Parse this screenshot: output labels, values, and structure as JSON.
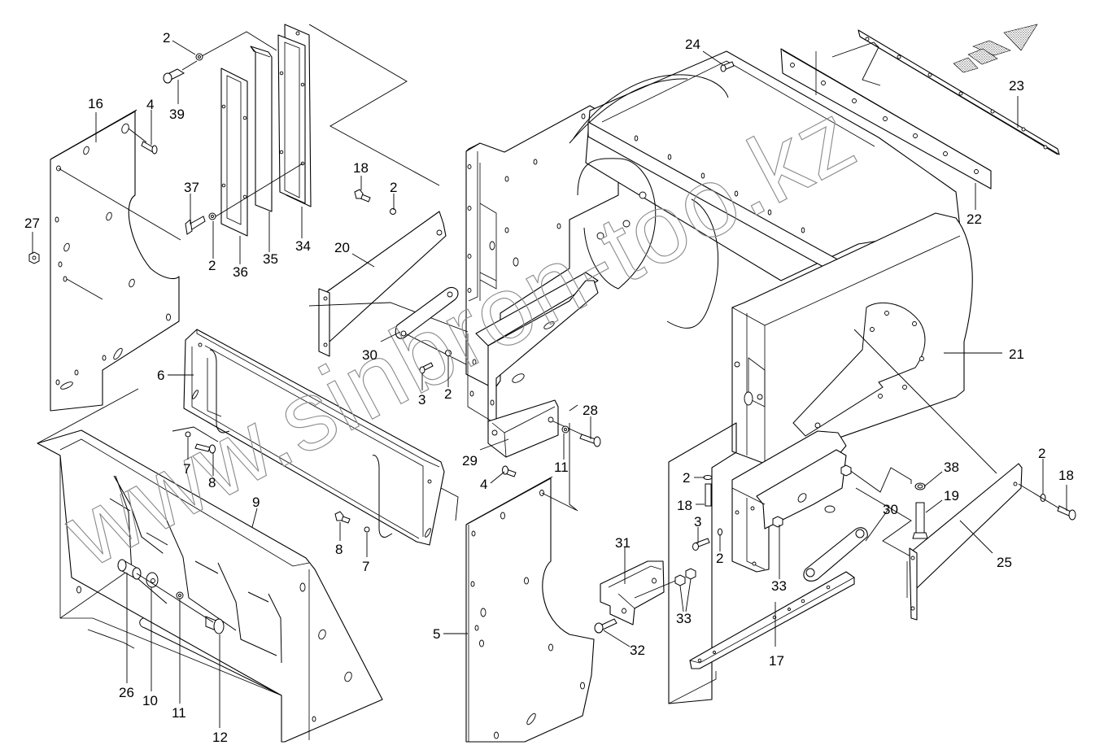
{
  "diagram": {
    "type": "exploded-parts-diagram",
    "subject": "Snow blower / auger housing assembly",
    "watermark": "www.sinbron-too.kz",
    "direction_arrow": "travel-direction-arrow",
    "callouts": [
      {
        "id": "c-2a",
        "label": "2"
      },
      {
        "id": "c-39",
        "label": "39"
      },
      {
        "id": "c-16",
        "label": "16"
      },
      {
        "id": "c-4a",
        "label": "4"
      },
      {
        "id": "c-27",
        "label": "27"
      },
      {
        "id": "c-37",
        "label": "37"
      },
      {
        "id": "c-2b",
        "label": "2"
      },
      {
        "id": "c-36",
        "label": "36"
      },
      {
        "id": "c-35",
        "label": "35"
      },
      {
        "id": "c-34",
        "label": "34"
      },
      {
        "id": "c-18a",
        "label": "18"
      },
      {
        "id": "c-2c",
        "label": "2"
      },
      {
        "id": "c-20",
        "label": "20"
      },
      {
        "id": "c-30a",
        "label": "30"
      },
      {
        "id": "c-3a",
        "label": "3"
      },
      {
        "id": "c-2d",
        "label": "2"
      },
      {
        "id": "c-29",
        "label": "29"
      },
      {
        "id": "c-11a",
        "label": "11"
      },
      {
        "id": "c-28",
        "label": "28"
      },
      {
        "id": "c-6",
        "label": "6"
      },
      {
        "id": "c-7a",
        "label": "7"
      },
      {
        "id": "c-8a",
        "label": "8"
      },
      {
        "id": "c-9",
        "label": "9"
      },
      {
        "id": "c-8b",
        "label": "8"
      },
      {
        "id": "c-7b",
        "label": "7"
      },
      {
        "id": "c-4b",
        "label": "4"
      },
      {
        "id": "c-5",
        "label": "5"
      },
      {
        "id": "c-26",
        "label": "26"
      },
      {
        "id": "c-10",
        "label": "10"
      },
      {
        "id": "c-11b",
        "label": "11"
      },
      {
        "id": "c-12",
        "label": "12"
      },
      {
        "id": "c-24",
        "label": "24"
      },
      {
        "id": "c-23",
        "label": "23"
      },
      {
        "id": "c-22",
        "label": "22"
      },
      {
        "id": "c-21",
        "label": "21"
      },
      {
        "id": "c-2e",
        "label": "2"
      },
      {
        "id": "c-18b",
        "label": "18"
      },
      {
        "id": "c-3b",
        "label": "3"
      },
      {
        "id": "c-2f",
        "label": "2"
      },
      {
        "id": "c-33a",
        "label": "33"
      },
      {
        "id": "c-31",
        "label": "31"
      },
      {
        "id": "c-33b",
        "label": "33"
      },
      {
        "id": "c-32",
        "label": "32"
      },
      {
        "id": "c-30b",
        "label": "30"
      },
      {
        "id": "c-38",
        "label": "38"
      },
      {
        "id": "c-19",
        "label": "19"
      },
      {
        "id": "c-2g",
        "label": "2"
      },
      {
        "id": "c-18c",
        "label": "18"
      },
      {
        "id": "c-25",
        "label": "25"
      },
      {
        "id": "c-17",
        "label": "17"
      }
    ]
  }
}
